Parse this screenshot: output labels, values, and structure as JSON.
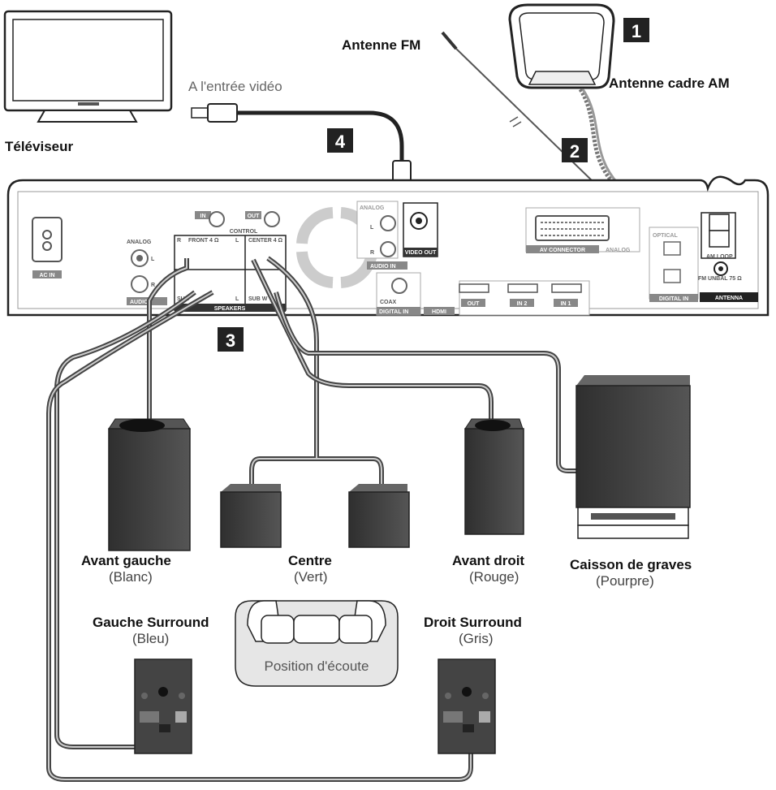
{
  "labels": {
    "tv": "Téléviseur",
    "video_input": "A l'entrée vidéo",
    "fm_antenna": "Antenne FM",
    "am_antenna": "Antenne cadre AM",
    "front_left": "Avant gauche",
    "front_left_color": "(Blanc)",
    "center": "Centre",
    "center_color": "(Vert)",
    "front_right": "Avant droit",
    "front_right_color": "(Rouge)",
    "subwoofer": "Caisson de graves",
    "subwoofer_color": "(Pourpre)",
    "surround_left": "Gauche Surround",
    "surround_left_color": "(Bleu)",
    "surround_right": "Droit Surround",
    "surround_right_color": "(Gris)",
    "listening_position": "Position d'écoute"
  },
  "steps": [
    "1",
    "2",
    "3",
    "4"
  ],
  "panel": {
    "ac_in": "AC IN",
    "control": "CONTROL",
    "control_in": "IN",
    "control_out": "OUT",
    "analog": "ANALOG",
    "audio_in": "AUDIO IN",
    "audio_in_left": "AUDIO I",
    "front": "FRONT 4 Ω",
    "center": "CENTER 4 Ω",
    "surround": "SUR",
    "subwoofer": "SUB W",
    "speakers": "SPEAKERS",
    "r": "R",
    "l": "L",
    "video_out": "VIDEO OUT",
    "coax": "COAX",
    "digital_in": "DIGITAL IN",
    "av_connector": "AV CONNECTOR",
    "analog_right": "ANALOG",
    "hdmi": "HDMI",
    "hdmi_out": "OUT",
    "hdmi_in2": "IN 2",
    "hdmi_in1": "IN 1",
    "optical": "OPTICAL",
    "am_loop": "AM LOOP",
    "fm_unbal": "FM UNBAL 75 Ω",
    "antenna": "ANTENNA",
    "digital_in_right": "DIGITAL IN"
  },
  "colors": {
    "ink": "#111111",
    "grey": "#cccccc",
    "speaker": "#3a3a3a",
    "dark": "#2b2b2b"
  }
}
